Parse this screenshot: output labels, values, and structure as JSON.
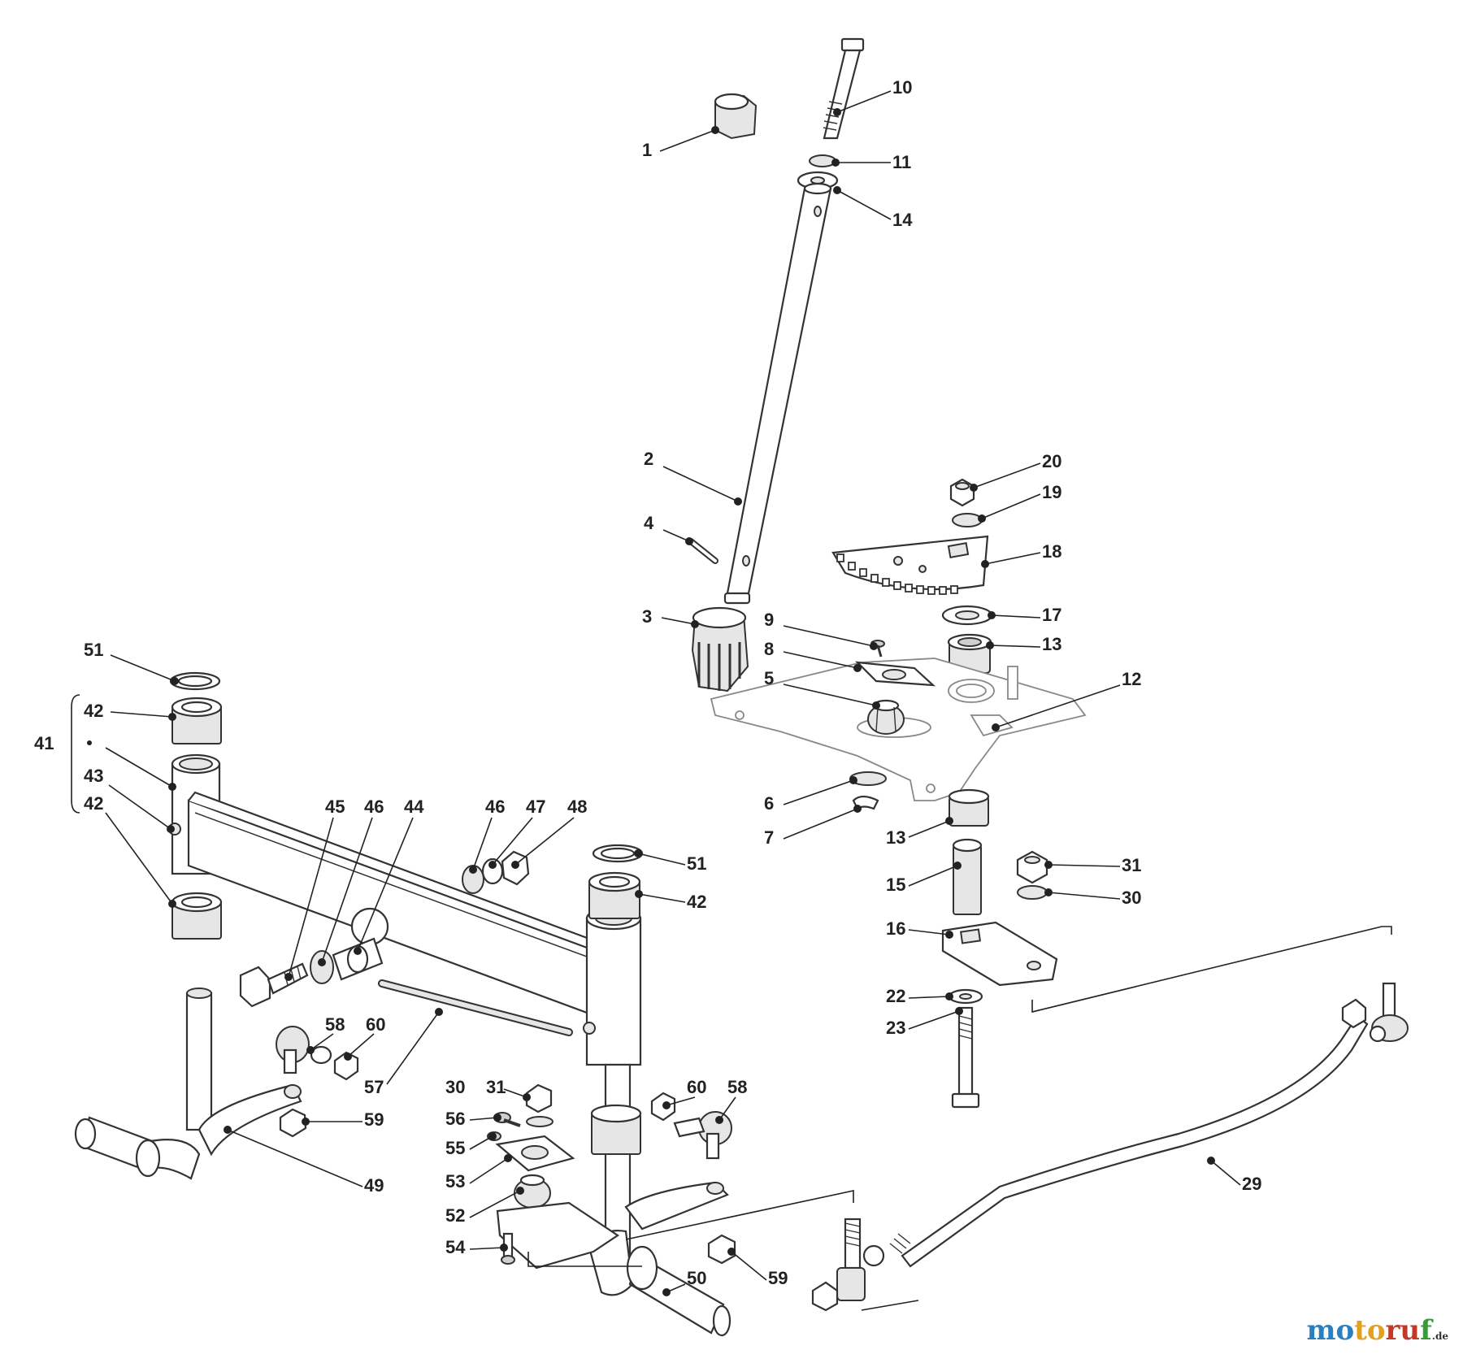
{
  "callouts": [
    {
      "id": "c1",
      "label": "1"
    },
    {
      "id": "c2",
      "label": "2"
    },
    {
      "id": "c3",
      "label": "3"
    },
    {
      "id": "c4",
      "label": "4"
    },
    {
      "id": "c5",
      "label": "5"
    },
    {
      "id": "c6",
      "label": "6"
    },
    {
      "id": "c7",
      "label": "7"
    },
    {
      "id": "c8",
      "label": "8"
    },
    {
      "id": "c9",
      "label": "9"
    },
    {
      "id": "c10",
      "label": "10"
    },
    {
      "id": "c11",
      "label": "11"
    },
    {
      "id": "c12",
      "label": "12"
    },
    {
      "id": "c13a",
      "label": "13"
    },
    {
      "id": "c13b",
      "label": "13"
    },
    {
      "id": "c14",
      "label": "14"
    },
    {
      "id": "c15",
      "label": "15"
    },
    {
      "id": "c16",
      "label": "16"
    },
    {
      "id": "c17",
      "label": "17"
    },
    {
      "id": "c18",
      "label": "18"
    },
    {
      "id": "c19",
      "label": "19"
    },
    {
      "id": "c20",
      "label": "20"
    },
    {
      "id": "c22",
      "label": "22"
    },
    {
      "id": "c23",
      "label": "23"
    },
    {
      "id": "c29",
      "label": "29"
    },
    {
      "id": "c30a",
      "label": "30"
    },
    {
      "id": "c31a",
      "label": "31"
    },
    {
      "id": "c30b",
      "label": "30"
    },
    {
      "id": "c31b",
      "label": "31"
    },
    {
      "id": "c41",
      "label": "41"
    },
    {
      "id": "c42a",
      "label": "42"
    },
    {
      "id": "c42b",
      "label": "42"
    },
    {
      "id": "c42c",
      "label": "42"
    },
    {
      "id": "c43",
      "label": "43"
    },
    {
      "id": "c44",
      "label": "44"
    },
    {
      "id": "c45",
      "label": "45"
    },
    {
      "id": "c46a",
      "label": "46"
    },
    {
      "id": "c46b",
      "label": "46"
    },
    {
      "id": "c47",
      "label": "47"
    },
    {
      "id": "c48",
      "label": "48"
    },
    {
      "id": "c49",
      "label": "49"
    },
    {
      "id": "c50",
      "label": "50"
    },
    {
      "id": "c51a",
      "label": "51"
    },
    {
      "id": "c51b",
      "label": "51"
    },
    {
      "id": "c52",
      "label": "52"
    },
    {
      "id": "c53",
      "label": "53"
    },
    {
      "id": "c54",
      "label": "54"
    },
    {
      "id": "c55",
      "label": "55"
    },
    {
      "id": "c56",
      "label": "56"
    },
    {
      "id": "c57",
      "label": "57"
    },
    {
      "id": "c58a",
      "label": "58"
    },
    {
      "id": "c58b",
      "label": "58"
    },
    {
      "id": "c59a",
      "label": "59"
    },
    {
      "id": "c59b",
      "label": "59"
    },
    {
      "id": "c60a",
      "label": "60"
    },
    {
      "id": "c60b",
      "label": "60"
    }
  ],
  "logo": {
    "part1": "mo",
    "part2": "to",
    "part3": "ru",
    "part4": "f",
    "suffix": ".de"
  }
}
